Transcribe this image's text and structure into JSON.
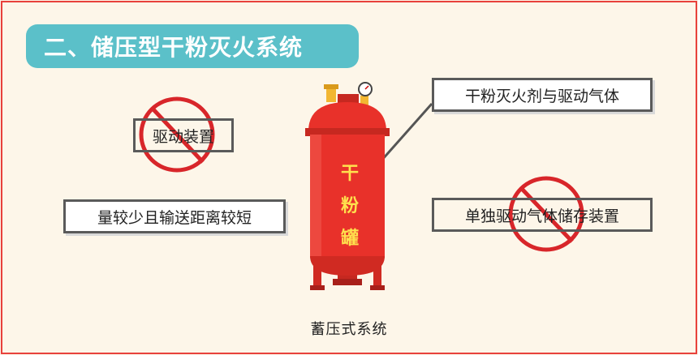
{
  "title": "二、储压型干粉灭火系统",
  "labels": {
    "drive_device": "驱动装置",
    "short_distance": "量较少且输送距离较短",
    "agent_and_gas": "干粉灭火剂与驱动气体",
    "separate_storage": "单独驱动气体储存装置"
  },
  "tank": {
    "char1": "干",
    "char2": "粉",
    "char3": "罐"
  },
  "caption": "蓄压式系统",
  "colors": {
    "border": "#e8413c",
    "title_bg": "#5bc0c9",
    "tank_red": "#e8312a",
    "prohibit_red": "#d8262a"
  }
}
